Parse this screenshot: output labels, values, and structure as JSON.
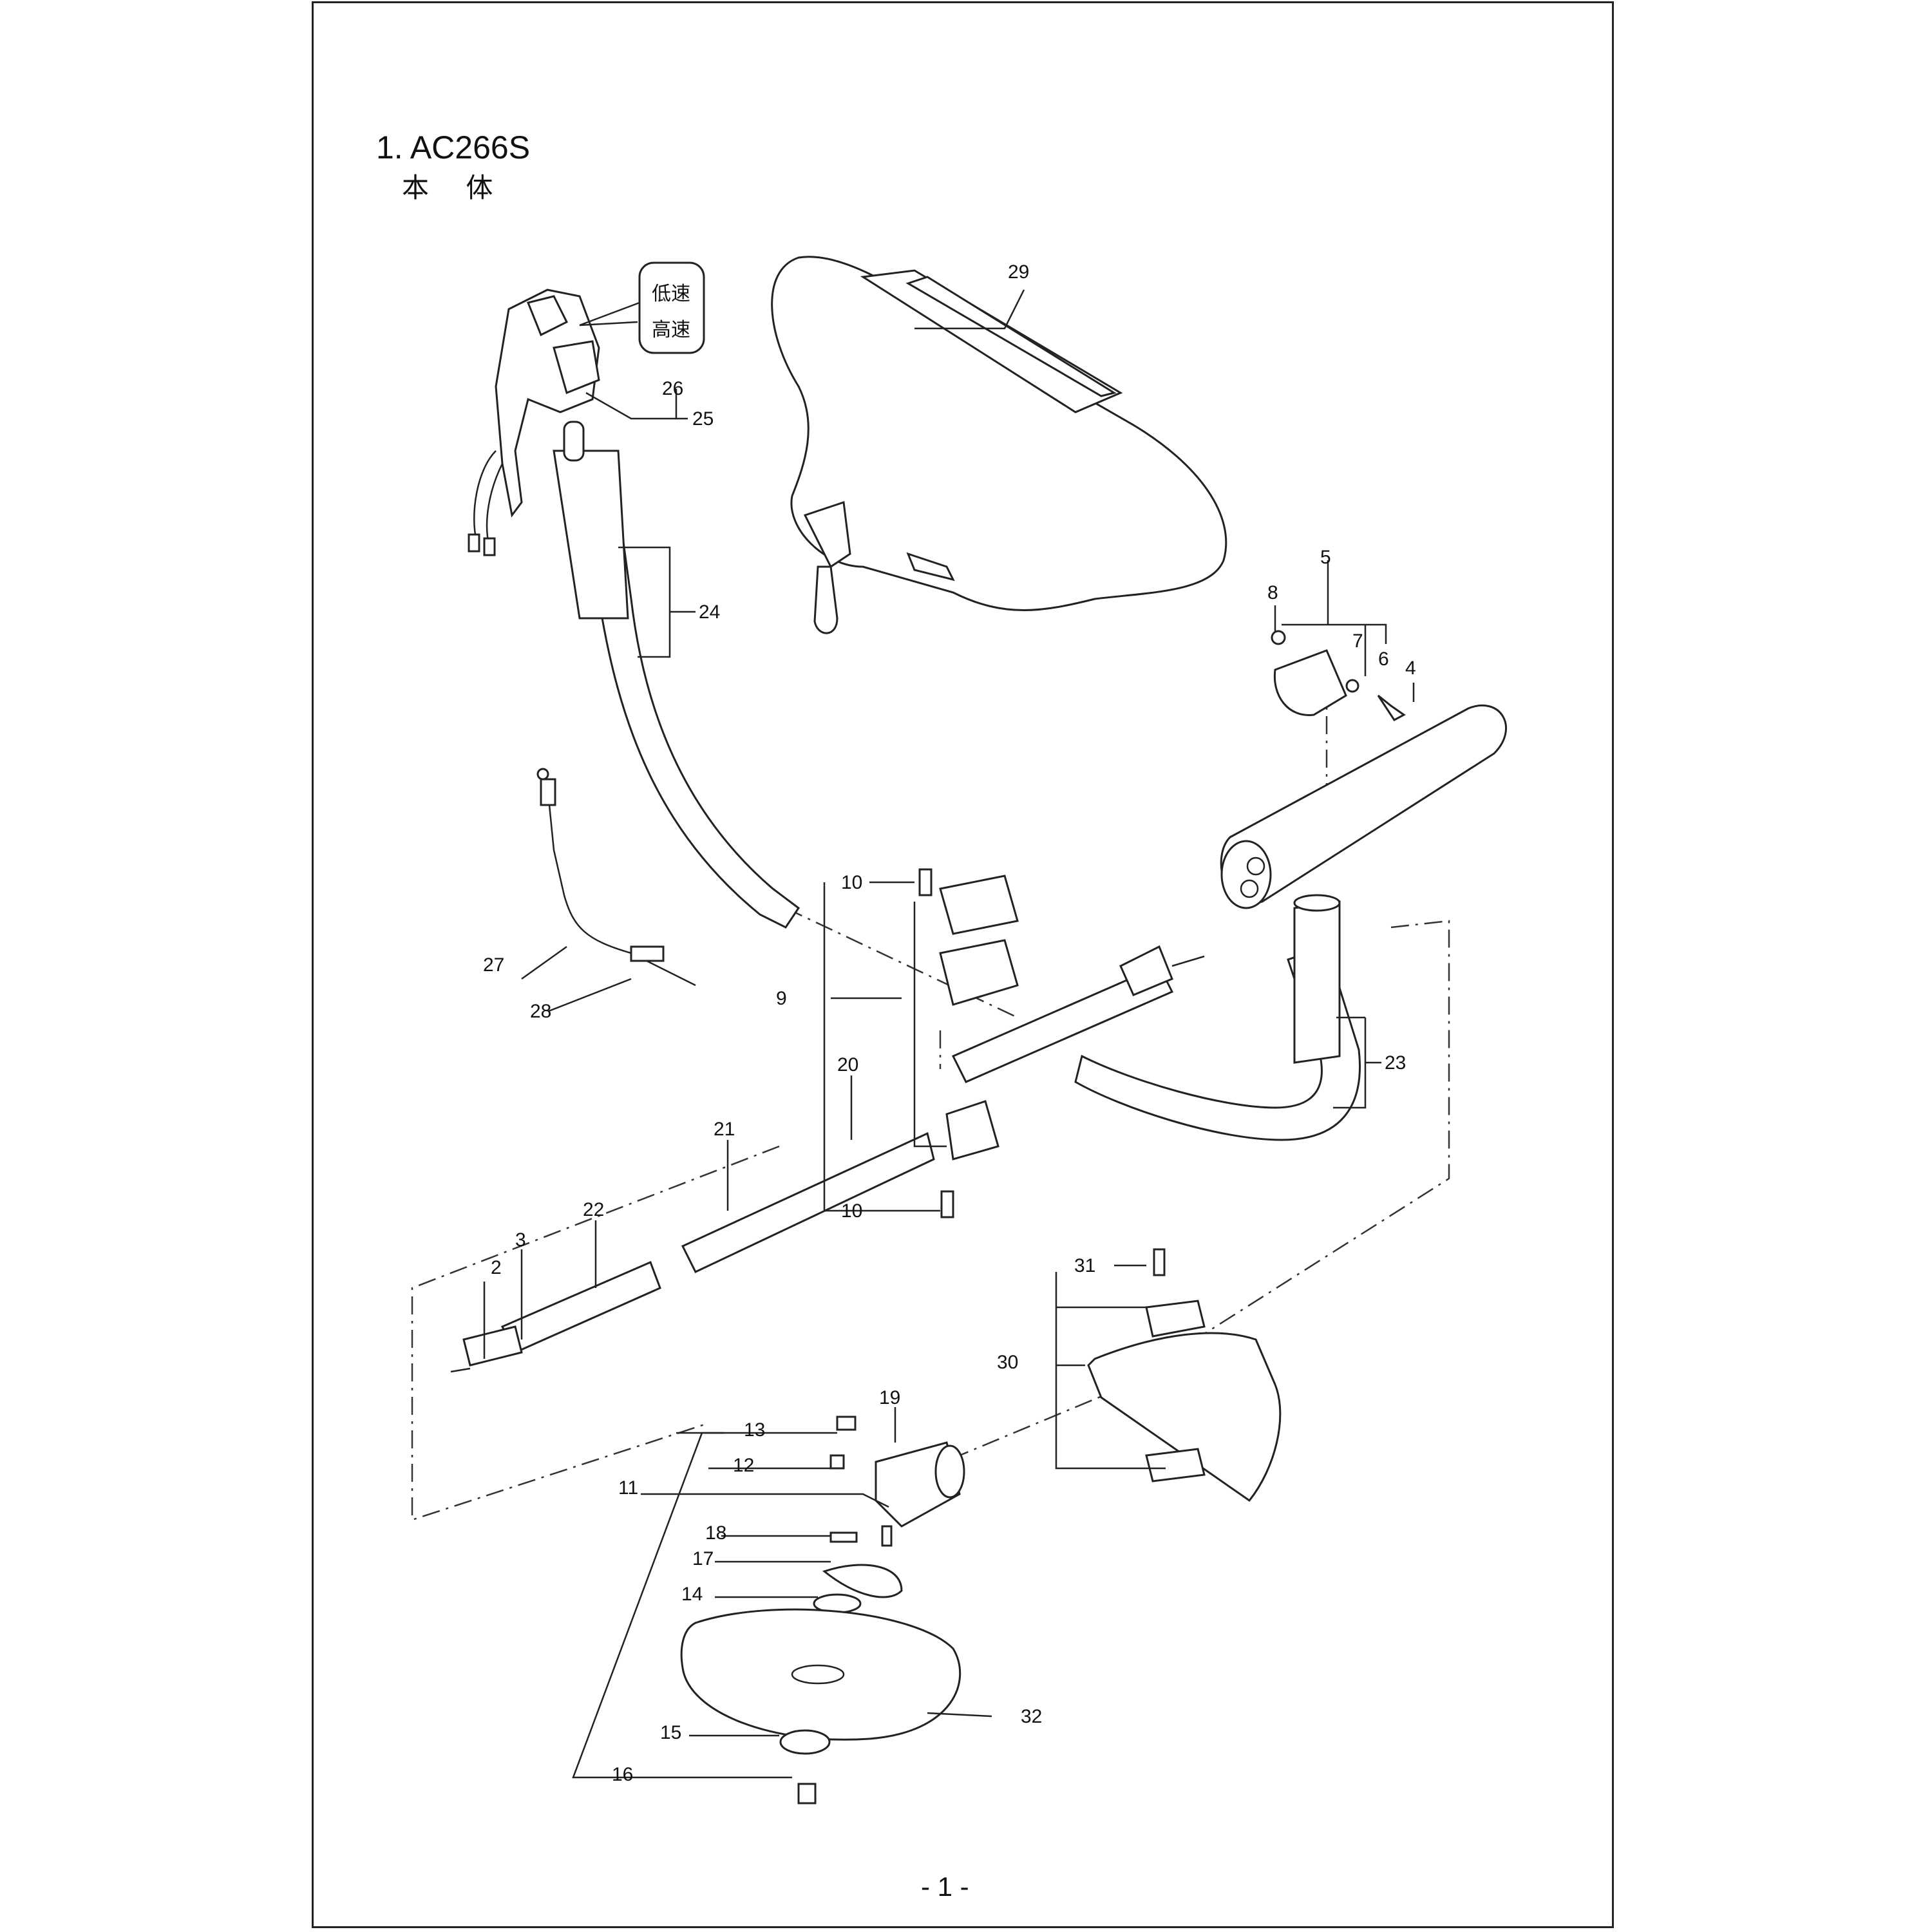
{
  "header": {
    "title": "1. AC266S",
    "subtitle": "本 体"
  },
  "footer": {
    "page": "- 1 -"
  },
  "decal": {
    "line1": "低速",
    "line2": "高速"
  },
  "callouts": {
    "c2": "2",
    "c3": "3",
    "c4": "4",
    "c5": "5",
    "c6": "6",
    "c7": "7",
    "c8": "8",
    "c9": "9",
    "c10a": "10",
    "c10b": "10",
    "c11": "11",
    "c12": "12",
    "c13": "13",
    "c14": "14",
    "c15": "15",
    "c16": "16",
    "c17": "17",
    "c18": "18",
    "c19": "19",
    "c20": "20",
    "c21": "21",
    "c22": "22",
    "c23": "23",
    "c24": "24",
    "c25": "25",
    "c26": "26",
    "c27": "27",
    "c28": "28",
    "c29": "29",
    "c30": "30",
    "c31": "31",
    "c32": "32"
  }
}
